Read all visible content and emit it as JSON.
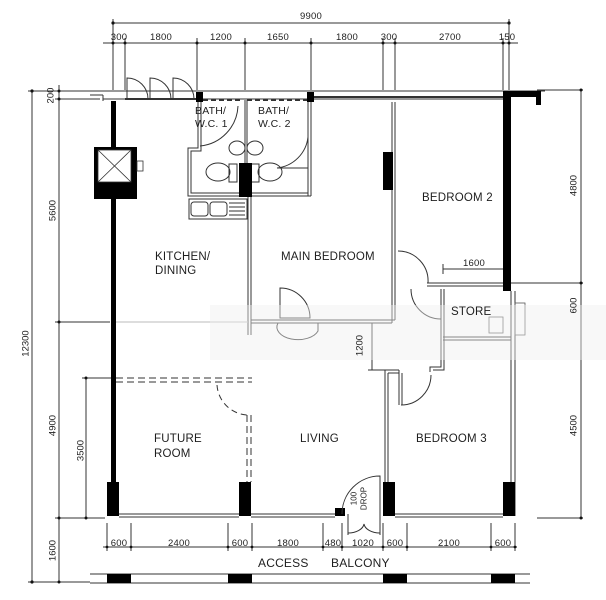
{
  "plan": {
    "type": "apartment-floor-plan",
    "overall": {
      "width_label": "9900",
      "depth_label": "12300"
    },
    "rooms": [
      {
        "id": "kitchen",
        "label_line1": "KITCHEN/",
        "label_line2": "DINING"
      },
      {
        "id": "bath1",
        "label_line1": "BATH/",
        "label_line2": "W.C. 1"
      },
      {
        "id": "bath2",
        "label_line1": "BATH/",
        "label_line2": "W.C. 2"
      },
      {
        "id": "main-bedroom",
        "label_line1": "MAIN  BEDROOM"
      },
      {
        "id": "bedroom2",
        "label_line1": "BEDROOM  2"
      },
      {
        "id": "store",
        "label_line1": "STORE"
      },
      {
        "id": "future-room",
        "label_line1": "FUTURE",
        "label_line2": "ROOM"
      },
      {
        "id": "living",
        "label_line1": "LIVING"
      },
      {
        "id": "bedroom3",
        "label_line1": "BEDROOM  3"
      }
    ],
    "access_balcony": {
      "word1": "ACCESS",
      "word2": "BALCONY"
    },
    "refuse_chute": {
      "line1": "100",
      "line2": "DROP"
    }
  },
  "dimensions": {
    "top_total": "9900",
    "top_segments": [
      "300",
      "1800",
      "1200",
      "1650",
      "1800",
      "300",
      "2700",
      "150"
    ],
    "bottom_segments": [
      "600",
      "2400",
      "600",
      "1800",
      "480",
      "1020",
      "600",
      "2100",
      "600"
    ],
    "left_total": "12300",
    "left_segments": [
      "200",
      "5600",
      "4900",
      "1600"
    ],
    "left_inner": "3500",
    "right_segments": [
      "4800",
      "600",
      "4500"
    ],
    "corridor_width": "1200",
    "store_width": "1600"
  },
  "colors": {
    "wall": "#000000",
    "line": "#3a3a3a",
    "text": "#222222",
    "background": "#ffffff"
  }
}
